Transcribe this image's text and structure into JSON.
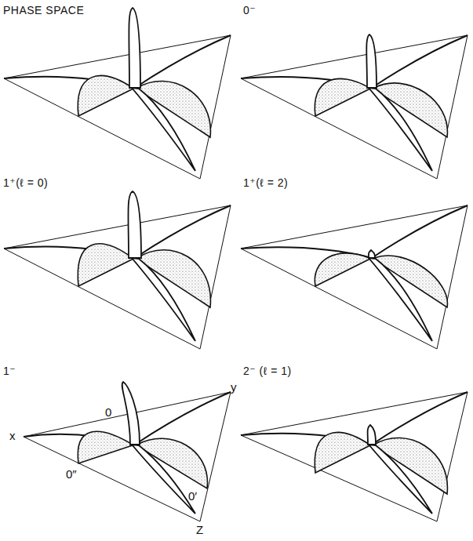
{
  "diagram": {
    "labels": [
      "PHASE SPACE",
      "0⁻",
      "1⁺(ℓ = 0)",
      "1⁺(ℓ = 2)",
      "1⁻",
      "2⁻ (ℓ = 1)",
      "0",
      "y",
      "x",
      "0″",
      "0′",
      "Z"
    ]
  }
}
